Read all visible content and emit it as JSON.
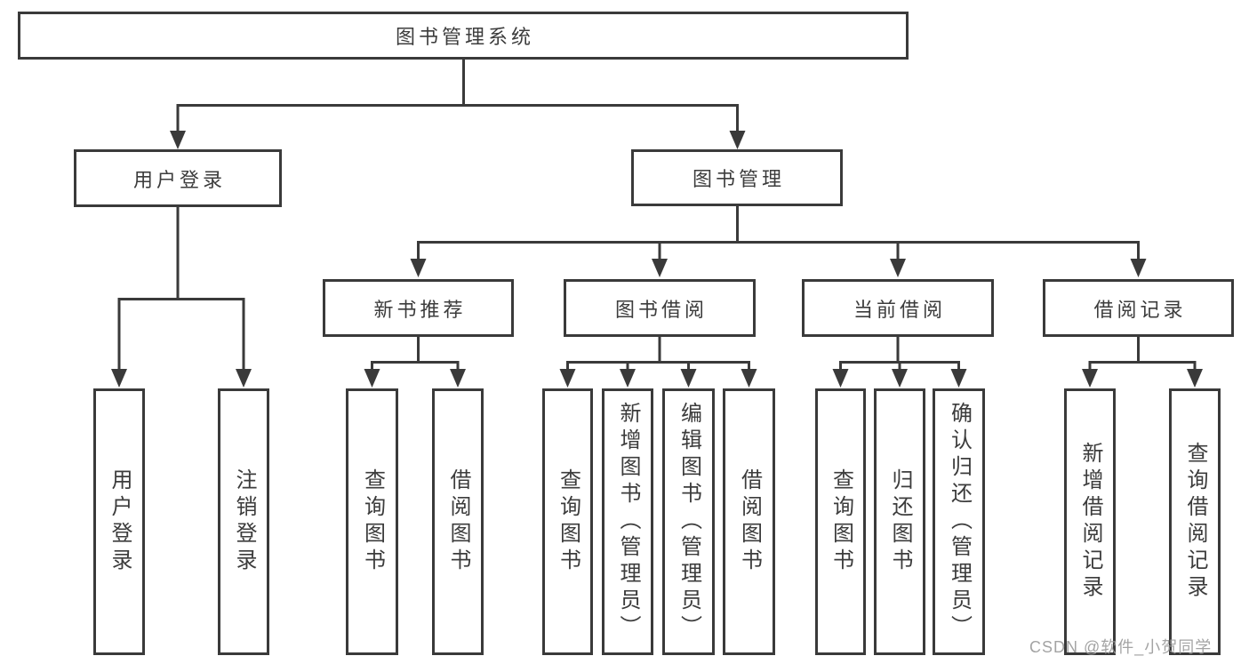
{
  "diagram_type": "tree",
  "root": {
    "label": "图书管理系统",
    "children": [
      {
        "label": "用户登录",
        "children": [
          {
            "label": "用户登录"
          },
          {
            "label": "注销登录"
          }
        ]
      },
      {
        "label": "图书管理",
        "children": [
          {
            "label": "新书推荐",
            "children": [
              {
                "label": "查询图书"
              },
              {
                "label": "借阅图书"
              }
            ]
          },
          {
            "label": "图书借阅",
            "children": [
              {
                "label": "查询图书"
              },
              {
                "label": "新增图书（管理员）"
              },
              {
                "label": "编辑图书（管理员）"
              },
              {
                "label": "借阅图书"
              }
            ]
          },
          {
            "label": "当前借阅",
            "children": [
              {
                "label": "查询图书"
              },
              {
                "label": "归还图书"
              },
              {
                "label": "确认归还（管理员）"
              }
            ]
          },
          {
            "label": "借阅记录",
            "children": [
              {
                "label": "新增借阅记录"
              },
              {
                "label": "查询借阅记录"
              }
            ]
          }
        ]
      }
    ]
  },
  "watermark": "CSDN @软件_小贺同学",
  "colors": {
    "line": "#3a3a3a",
    "text": "#3c3c3c",
    "background": "#ffffff",
    "watermark": "#9b9b9b"
  }
}
